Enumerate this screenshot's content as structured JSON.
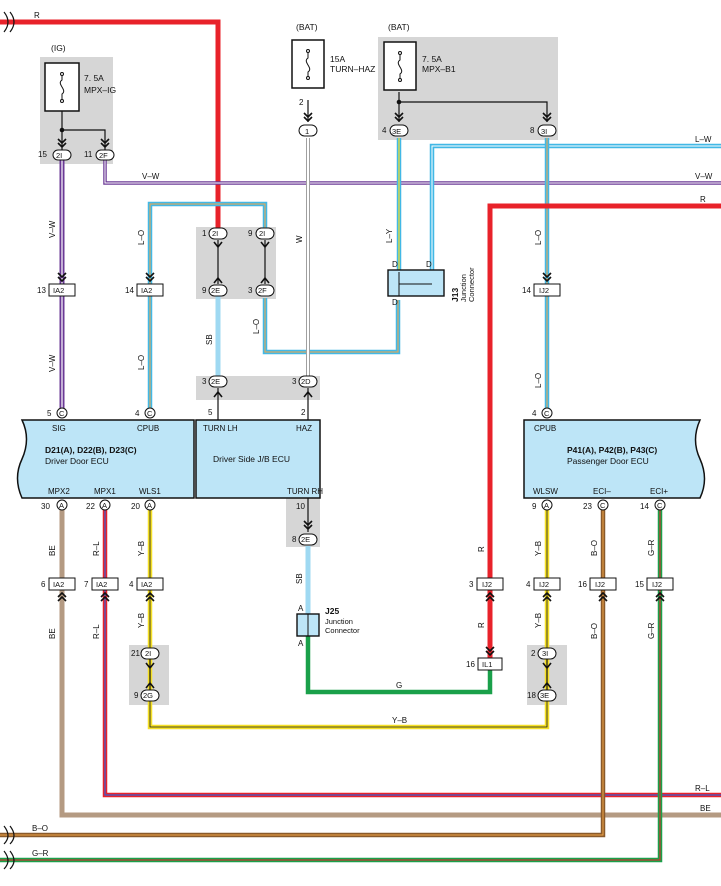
{
  "colors": {
    "red": "#e8222a",
    "violet": "#6b3a96",
    "cyan": "#42b8e6",
    "lightblue": "#9fd9f2",
    "yellow": "#f5e027",
    "green": "#1aa04a",
    "tan": "#b49a82",
    "brown": "#8a5a2b",
    "ecu_fill": "#bde5f7",
    "box_fill": "#d6d6d6"
  },
  "power": {
    "ig": {
      "label": "(IG)",
      "fuse": "7. 5A",
      "name": "MPX–IG"
    },
    "bat1": {
      "label": "(BAT)",
      "fuse": "15A",
      "name": "TURN–HAZ"
    },
    "bat2": {
      "label": "(BAT)",
      "fuse": "7. 5A",
      "name": "MPX–B1"
    }
  },
  "edge_wires": {
    "r_top": "R",
    "lw": "L–W",
    "vw": "V–W",
    "r_right": "R",
    "rl": "R–L",
    "be": "BE",
    "bo": "B–O",
    "gr": "G–R"
  },
  "wire_codes": {
    "vw_left_upper": "V–W",
    "vw_left_lower": "V–W",
    "lo_left_upper": "L–O",
    "lo_left_lower": "L–O",
    "lo_mid": "L–O",
    "sb_upper": "SB",
    "w": "W",
    "ly": "L–Y",
    "lo_right_upper": "L–O",
    "lo_right_lower": "L–O",
    "be_upper": "BE",
    "be_lower": "BE",
    "rl_upper": "R–L",
    "rl_lower": "R–L",
    "yb_l1": "Y–B",
    "yb_l2": "Y–B",
    "sb_lower": "SB",
    "g": "G",
    "yb_bottom": "Y–B",
    "r_mid_upper": "R",
    "r_mid_lower": "R",
    "yb_r1": "Y–B",
    "yb_r2": "Y–B",
    "bo_upper": "B–O",
    "bo_lower": "B–O",
    "gr_upper": "G–R",
    "gr_lower": "G–R"
  },
  "connectors": {
    "ig_2i": {
      "num": "15",
      "code": "2I"
    },
    "ig_2f": {
      "num": "11",
      "code": "2F"
    },
    "bat1_1": {
      "num": "2",
      "code": "1"
    },
    "bat2_3e": {
      "num": "4",
      "code": "3E"
    },
    "bat2_3i": {
      "num": "8",
      "code": "3I"
    },
    "jb_2i_a": {
      "num": "1",
      "code": "2I"
    },
    "jb_2i_b": {
      "num": "9",
      "code": "2I"
    },
    "jb_2e": {
      "num": "9",
      "code": "2E"
    },
    "jb_2f": {
      "num": "3",
      "code": "2F"
    },
    "ecu_2e": {
      "num": "3",
      "code": "2E"
    },
    "ecu_2d": {
      "num": "3",
      "code": "2D"
    },
    "ecu_2e_low": {
      "num": "8",
      "code": "2E"
    },
    "low_2i": {
      "num": "21",
      "code": "2I"
    },
    "low_2g": {
      "num": "9",
      "code": "2G"
    },
    "low_3i": {
      "num": "2",
      "code": "3I"
    },
    "low_3e": {
      "num": "18",
      "code": "3E"
    }
  },
  "ia_connectors": [
    {
      "num": "13",
      "code": "IA2"
    },
    {
      "num": "14",
      "code": "IA2"
    },
    {
      "num": "14",
      "code": "IJ2"
    },
    {
      "num": "6",
      "code": "IA2"
    },
    {
      "num": "7",
      "code": "IA2"
    },
    {
      "num": "4",
      "code": "IA2"
    },
    {
      "num": "3",
      "code": "IJ2"
    },
    {
      "num": "4",
      "code": "IJ2"
    },
    {
      "num": "16",
      "code": "IJ2"
    },
    {
      "num": "15",
      "code": "IJ2"
    },
    {
      "num": "16",
      "code": "IL1"
    }
  ],
  "junctions": {
    "j13": {
      "id": "J13",
      "line1": "Junction",
      "line2": "Connector",
      "pin": "D"
    },
    "j25": {
      "id": "J25",
      "line1": "Junction",
      "line2": "Connector",
      "pin": "A"
    }
  },
  "ecus": {
    "driver_door": {
      "title": "D21(A), D22(B), D23(C)",
      "name": "Driver Door ECU",
      "pins_top": [
        {
          "num": "5",
          "letter": "C",
          "name": "SIG"
        },
        {
          "num": "4",
          "letter": "C",
          "name": "CPUB"
        }
      ],
      "pins_bottom": [
        {
          "num": "30",
          "letter": "A",
          "name": "MPX2"
        },
        {
          "num": "22",
          "letter": "A",
          "name": "MPX1"
        },
        {
          "num": "20",
          "letter": "A",
          "name": "WLS1"
        }
      ]
    },
    "driver_jb": {
      "name": "Driver Side J/B ECU",
      "pins_top": [
        {
          "num": "5",
          "name": "TURN LH"
        },
        {
          "num": "2",
          "name": "HAZ"
        }
      ],
      "pins_bottom": [
        {
          "num": "10",
          "name": "TURN RH"
        }
      ]
    },
    "passenger_door": {
      "title": "P41(A), P42(B), P43(C)",
      "name": "Passenger Door ECU",
      "pins_top": [
        {
          "num": "4",
          "letter": "C",
          "name": "CPUB"
        }
      ],
      "pins_bottom": [
        {
          "num": "9",
          "letter": "A",
          "name": "WLSW"
        },
        {
          "num": "23",
          "letter": "C",
          "name": "ECI–"
        },
        {
          "num": "14",
          "letter": "C",
          "name": "ECI+"
        }
      ]
    }
  }
}
